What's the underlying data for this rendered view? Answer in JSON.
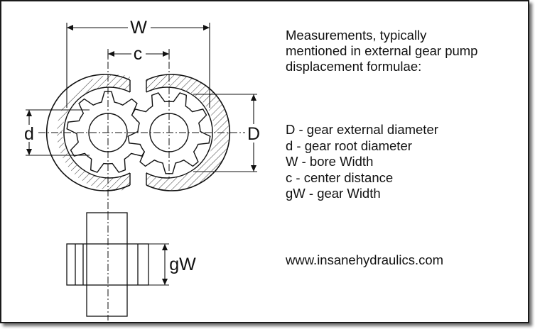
{
  "heading": [
    "Measurements, typically",
    "mentioned in external gear pump",
    "displacement formulae:"
  ],
  "legend": [
    "D - gear external diameter",
    "d - gear root diameter",
    "W - bore Width",
    "c - center distance",
    "gW - gear Width"
  ],
  "website": "www.insanehydraulics.com",
  "labels": {
    "W": "W",
    "c": "c",
    "d": "d",
    "D": "D",
    "gW": "gW"
  },
  "colors": {
    "ink": "#111111",
    "hatch": "#444444",
    "border": "#1a1a1a"
  }
}
